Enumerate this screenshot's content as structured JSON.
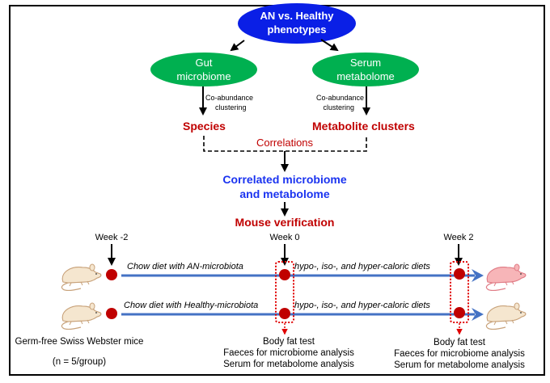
{
  "top_node": {
    "line1": "AN vs. Healthy",
    "line2": "phenotypes",
    "color": "#0A1FE6"
  },
  "gut_node": {
    "line1": "Gut",
    "line2": "microbiome",
    "color": "#00B050"
  },
  "serum_node": {
    "line1": "Serum",
    "line2": "metabolome",
    "color": "#00B050"
  },
  "left_process": {
    "line1": "Co-abundance",
    "line2": "clustering"
  },
  "right_process": {
    "line1": "Co-abundance",
    "line2": "clustering"
  },
  "species_label": "Species",
  "metabolite_label": "Metabolite clusters",
  "correlations_label": "Correlations",
  "correlated": {
    "line1": "Correlated microbiome",
    "line2": "and metabolome",
    "color": "#1A33F0"
  },
  "mouse_verification": "Mouse verification",
  "red_color": "#C00000",
  "timeline": {
    "week_labels": [
      "Week -2",
      "Week 0",
      "Week 2"
    ],
    "rows": [
      {
        "phase1": "Chow diet with AN-microbiota",
        "phase2": "hypo-, iso-, and hyper-caloric diets",
        "end_mouse": "pink"
      },
      {
        "phase1": "Chow diet with Healthy-microbiota",
        "phase2": "hypo-, iso-, and hyper-caloric diets",
        "end_mouse": "beige"
      }
    ],
    "line_color": "#4472C4"
  },
  "mice_info": {
    "line1": "Germ-free Swiss Webster mice",
    "line2": "(n = 5/group)"
  },
  "sampling_week0": [
    "Body fat test",
    "Faeces for microbiome analysis",
    "Serum for metabolome analysis"
  ],
  "sampling_week2": [
    "Body fat test",
    "Faeces for microbiome analysis",
    "Serum for metabolome analysis"
  ]
}
